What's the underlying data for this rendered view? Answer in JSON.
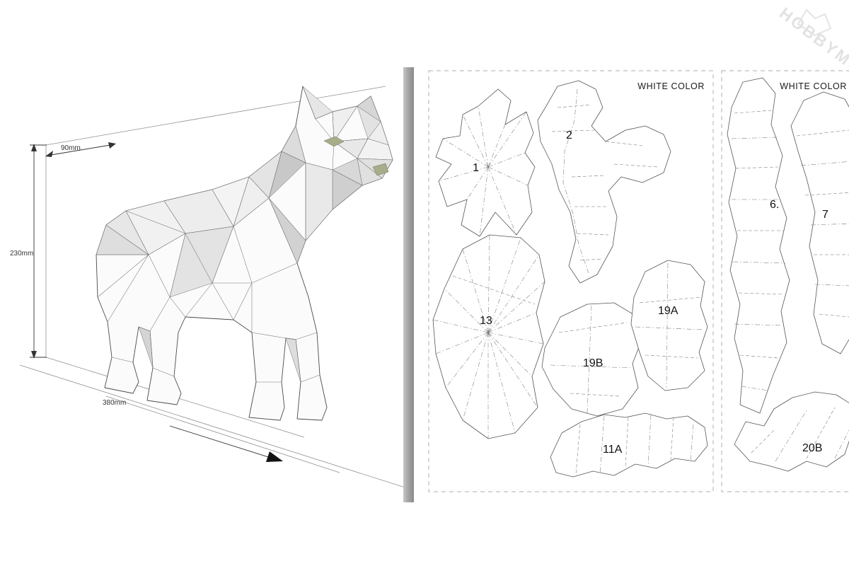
{
  "watermark": {
    "text": "HOBBYMO"
  },
  "model": {
    "dim_depth": "90mm",
    "dim_height": "230mm",
    "dim_length": "380mm"
  },
  "sheets": {
    "sheet1": {
      "color_label": "WHITE COLOR",
      "pieces": {
        "p1": "1",
        "p2": "2",
        "p13": "13",
        "p19a": "19A",
        "p19b": "19B",
        "p11a": "11A"
      }
    },
    "sheet2": {
      "color_label": "WHITE COLOR",
      "pieces": {
        "p6": "6.",
        "p7": "7",
        "p20b": "20B"
      }
    }
  },
  "colors": {
    "accent_eye": "#a7ad8a",
    "divider": "#9a9a9a"
  }
}
